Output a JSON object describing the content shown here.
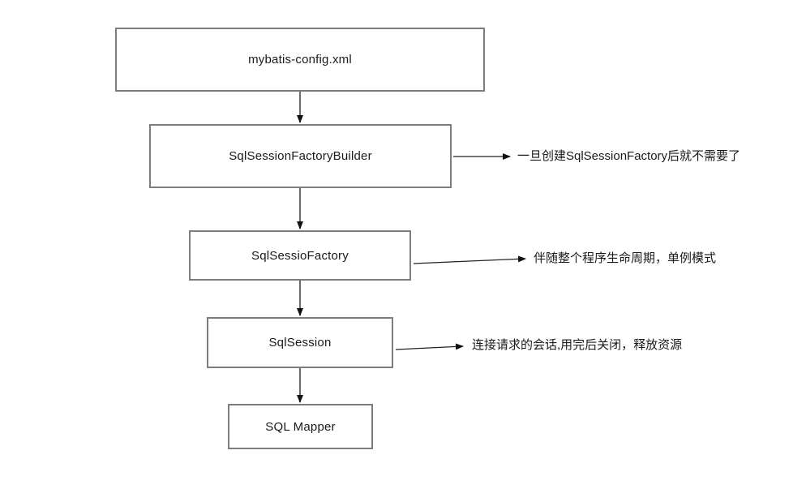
{
  "diagram": {
    "title": "MyBatis core objects lifecycle flow",
    "nodes": [
      {
        "id": "mybatis-config",
        "label": "mybatis-config.xml"
      },
      {
        "id": "sql-session-factory-builder",
        "label": "SqlSessionFactoryBuilder"
      },
      {
        "id": "sql-sessio-factory",
        "label": "SqlSessioFactory"
      },
      {
        "id": "sql-session",
        "label": "SqlSession"
      },
      {
        "id": "sql-mapper",
        "label": "SQL Mapper"
      }
    ],
    "edges": [
      {
        "from": "mybatis-config",
        "to": "sql-session-factory-builder",
        "direction": "down"
      },
      {
        "from": "sql-session-factory-builder",
        "to": "sql-sessio-factory",
        "direction": "down"
      },
      {
        "from": "sql-sessio-factory",
        "to": "sql-session",
        "direction": "down"
      },
      {
        "from": "sql-session",
        "to": "sql-mapper",
        "direction": "down"
      }
    ],
    "annotations": [
      {
        "target": "sql-session-factory-builder",
        "text": "一旦创建SqlSessionFactory后就不需要了"
      },
      {
        "target": "sql-sessio-factory",
        "text": "伴随整个程序生命周期，单例模式"
      },
      {
        "target": "sql-session",
        "text": "连接请求的会话,用完后关闭，释放资源"
      }
    ],
    "colors": {
      "background": "#ffffff",
      "box_border": "#7d7d7d",
      "box_fill": "#ffffff",
      "vertical_line": "#6b6b6b",
      "annotation_line": "#222222",
      "arrowhead": "#111111",
      "text": "#1a1a1a"
    }
  }
}
